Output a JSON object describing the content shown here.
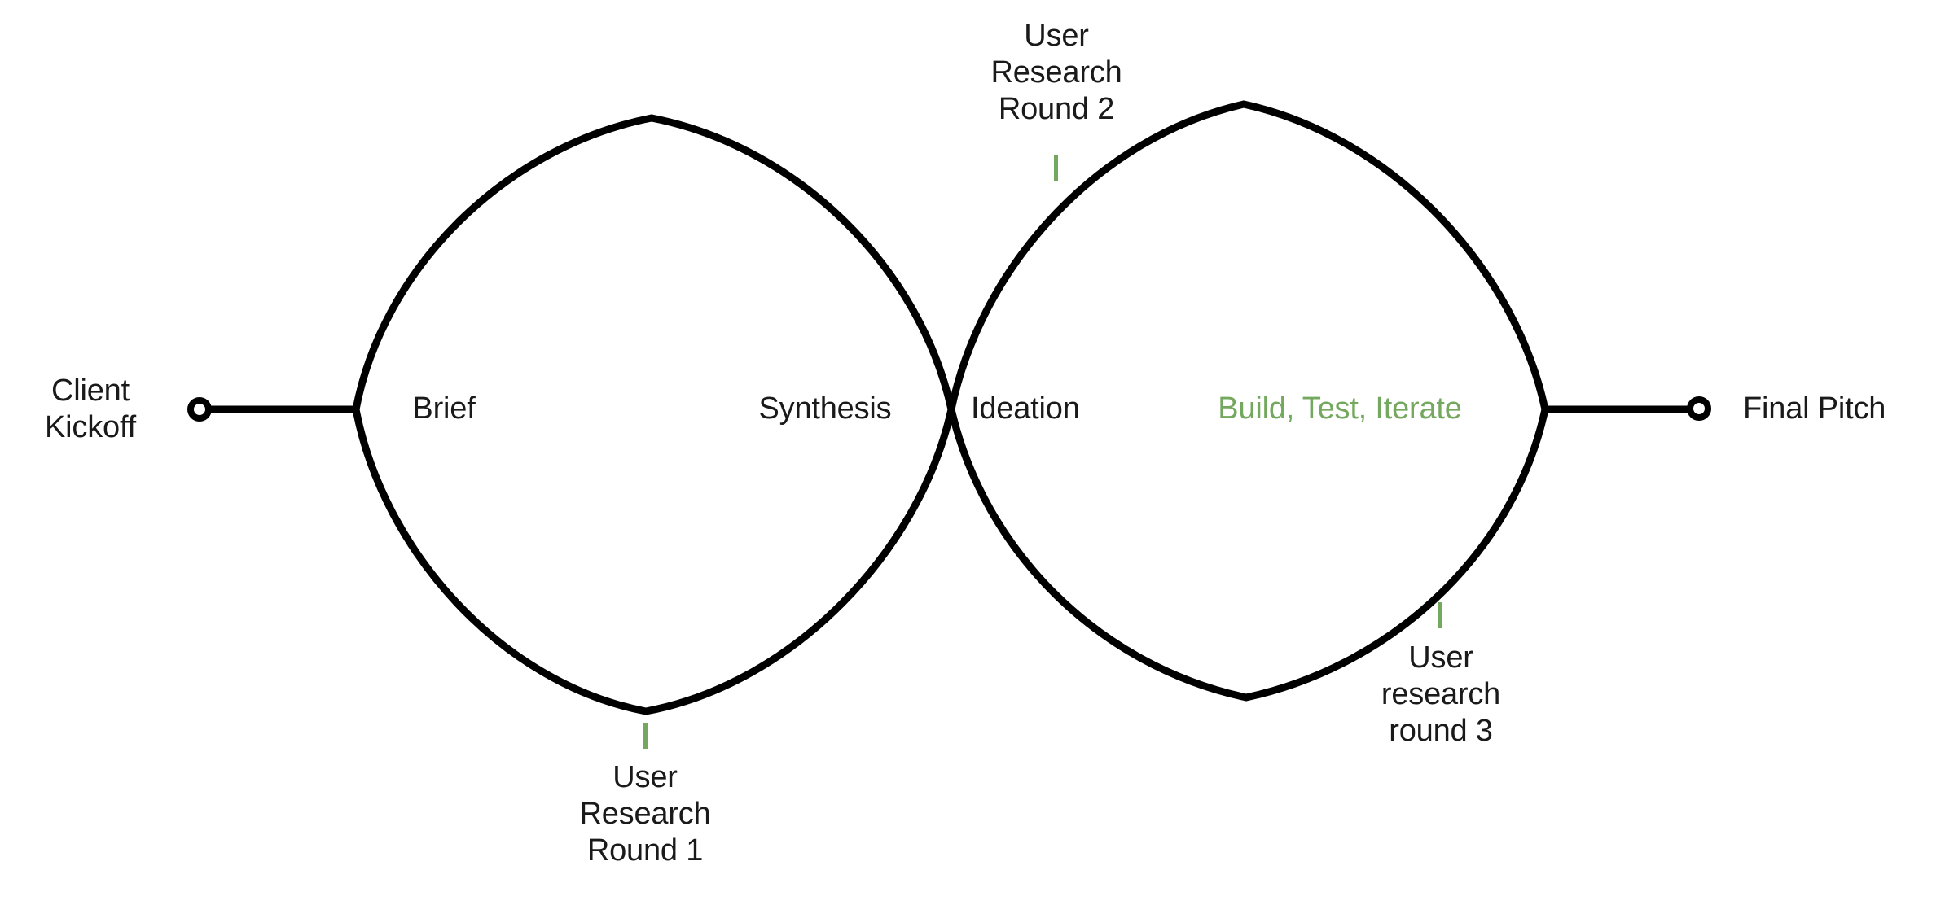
{
  "diagram": {
    "type": "double-diamond-design-process",
    "background_color": "#ffffff",
    "stroke_color": "#000000",
    "accent_color": "#74a85f",
    "text_color": "#1a1a1a",
    "endpoints": {
      "start": {
        "label": "Client\nKickoff",
        "marker": "open-circle"
      },
      "end": {
        "label": "Final Pitch",
        "marker": "open-circle"
      }
    },
    "stage_labels": {
      "brief": "Brief",
      "synthesis": "Synthesis",
      "ideation": "Ideation",
      "build_test_iterate": "Build, Test, Iterate"
    },
    "annotations": [
      {
        "id": "user-research-round-1",
        "text": "User\nResearch\nRound 1",
        "position": "below-diamond-one",
        "tick_color": "#74a85f"
      },
      {
        "id": "user-research-round-2",
        "text": "User\nResearch\nRound 2",
        "position": "above-diamond-two",
        "tick_color": "#74a85f"
      },
      {
        "id": "user-research-round-3",
        "text": "User\nresearch\nround 3",
        "position": "below-right-diamond-two",
        "tick_color": "#74a85f"
      }
    ]
  }
}
